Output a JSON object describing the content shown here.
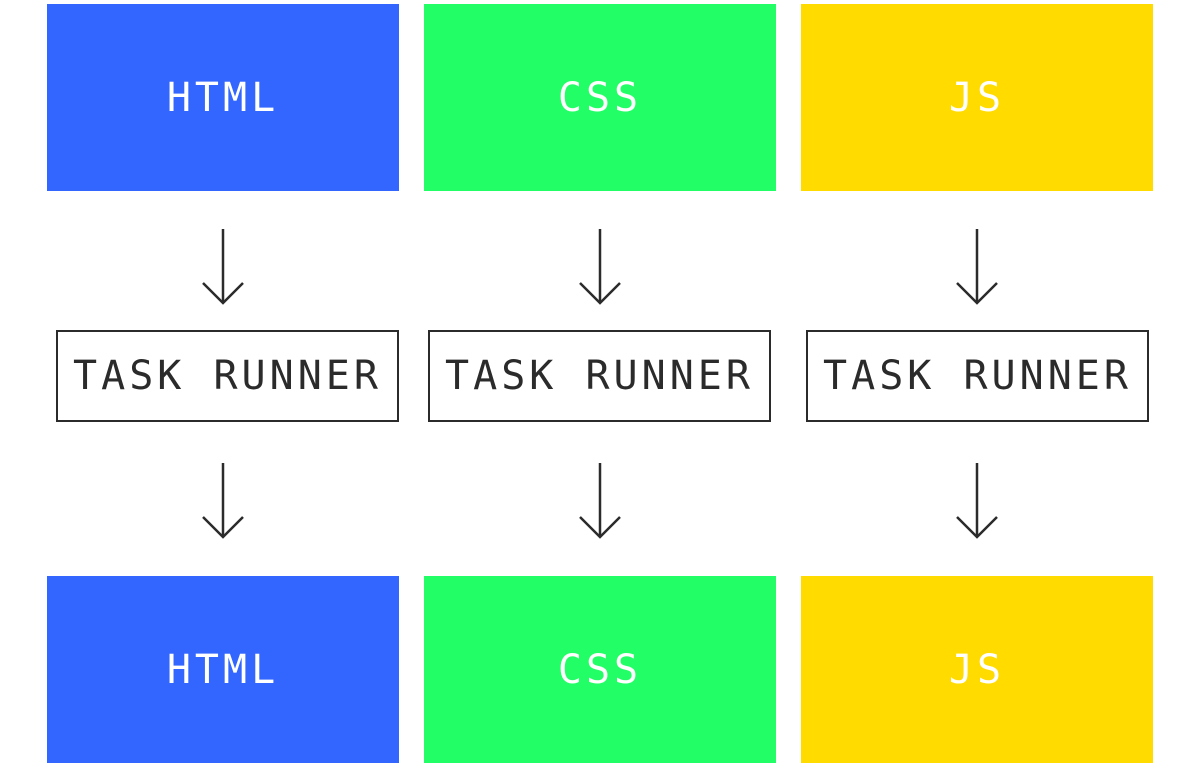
{
  "columns": [
    {
      "input_label": "HTML",
      "runner_label": "TASK RUNNER",
      "output_label": "HTML",
      "color": "#3366ff"
    },
    {
      "input_label": "CSS",
      "runner_label": "TASK RUNNER",
      "output_label": "CSS",
      "color": "#22ff66"
    },
    {
      "input_label": "JS",
      "runner_label": "TASK RUNNER",
      "output_label": "JS",
      "color": "#ffdb00"
    }
  ],
  "arrow_icon": "down-arrow-icon",
  "stroke_color": "#2b2b2b"
}
